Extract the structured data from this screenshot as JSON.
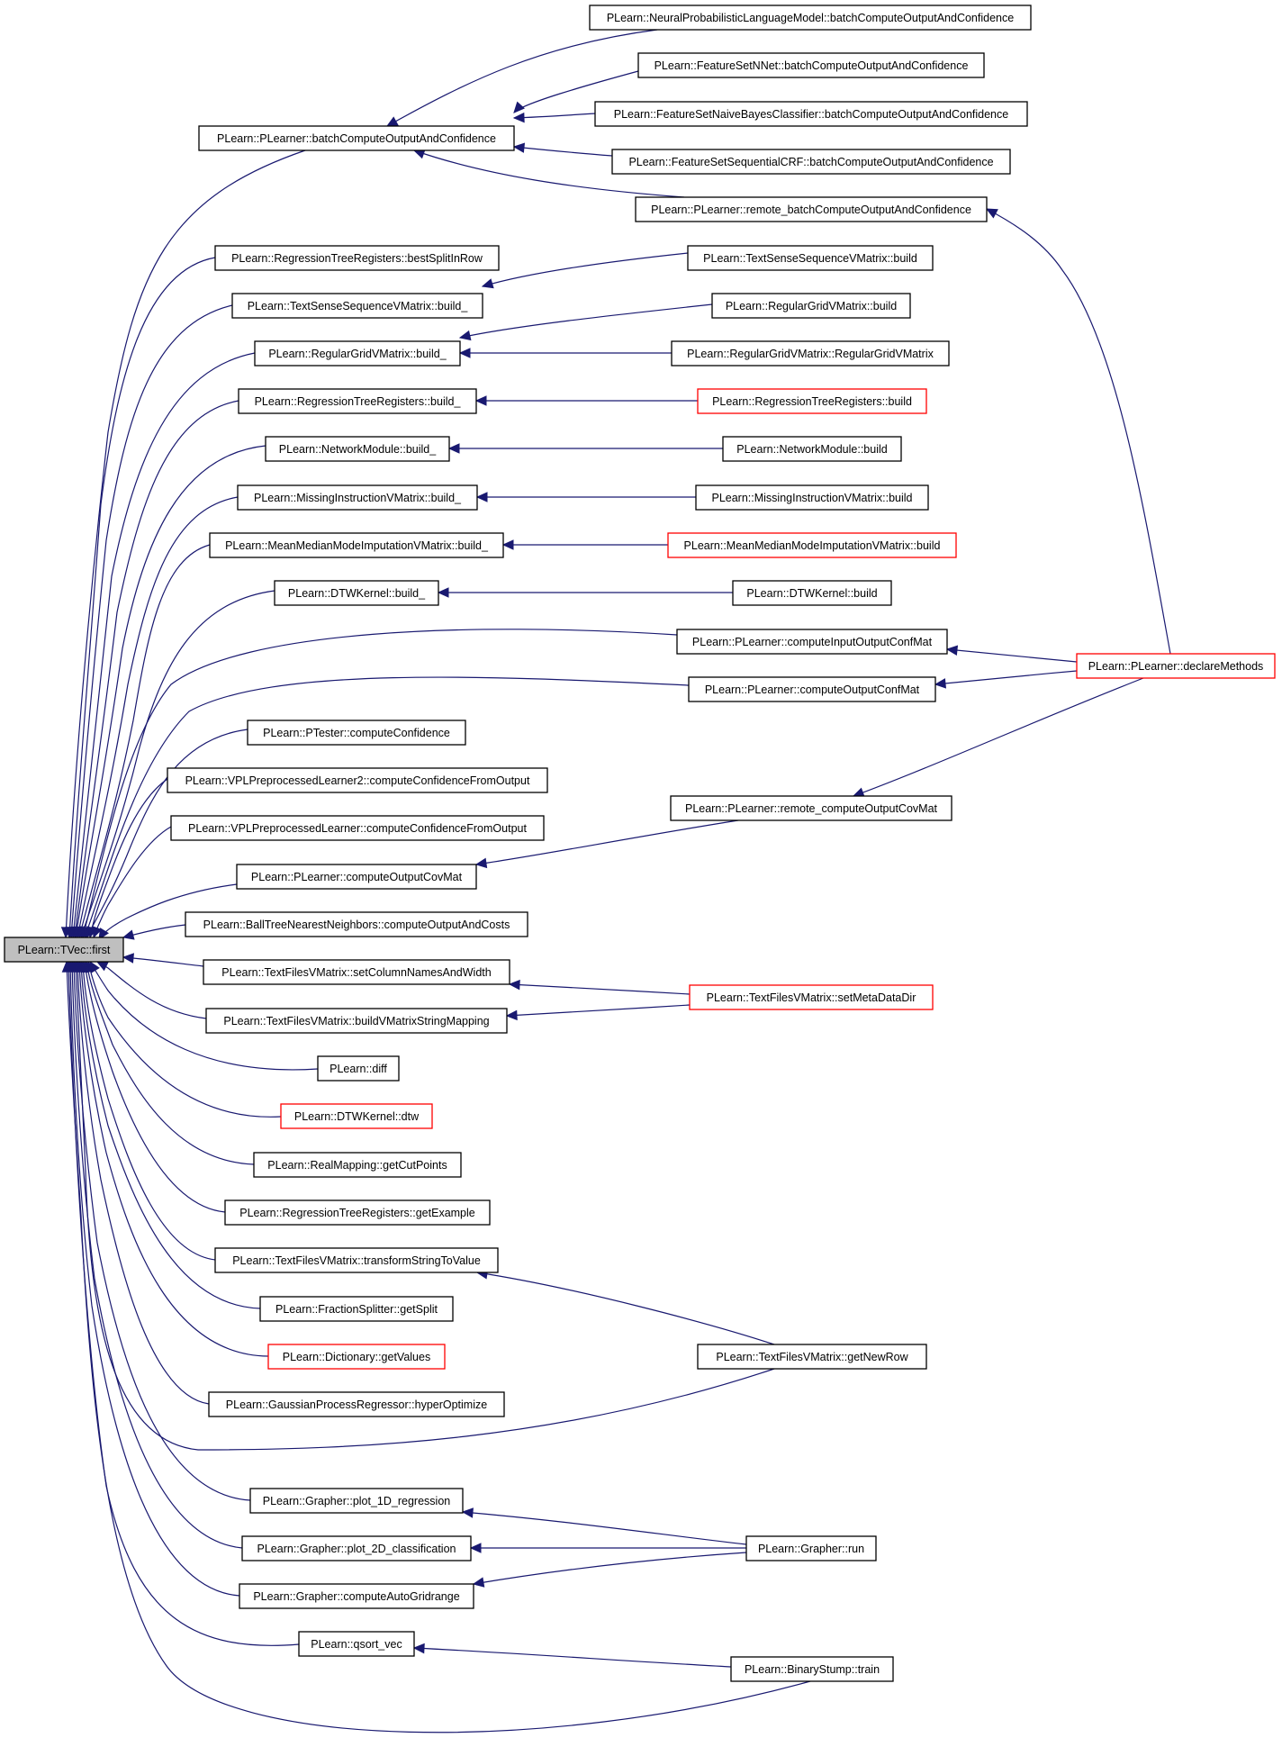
{
  "diagram": {
    "type": "call-graph",
    "colors": {
      "edge": "#191970",
      "box": "#000000",
      "truncated_box": "#ff0000",
      "root_fill": "#bfbfbf"
    },
    "nodes": [
      {
        "id": "first",
        "label": "PLearn::TVec::first",
        "root": true
      },
      {
        "id": "bcoac",
        "label": "PLearn::PLearner::batchComputeOutputAndConfidence"
      },
      {
        "id": "nplm",
        "label": "PLearn::NeuralProbabilisticLanguageModel::batchComputeOutputAndConfidence"
      },
      {
        "id": "fsnn",
        "label": "PLearn::FeatureSetNNet::batchComputeOutputAndConfidence"
      },
      {
        "id": "fsnb",
        "label": "PLearn::FeatureSetNaiveBayesClassifier::batchComputeOutputAndConfidence"
      },
      {
        "id": "fscrf",
        "label": "PLearn::FeatureSetSequentialCRF::batchComputeOutputAndConfidence"
      },
      {
        "id": "rbcoac",
        "label": "PLearn::PLearner::remote_batchComputeOutputAndConfidence"
      },
      {
        "id": "declare",
        "label": "PLearn::PLearner::declareMethods",
        "red": true
      },
      {
        "id": "bsir",
        "label": "PLearn::RegressionTreeRegisters::bestSplitInRow"
      },
      {
        "id": "tssb_",
        "label": "PLearn::TextSenseSequenceVMatrix::build_"
      },
      {
        "id": "tssb",
        "label": "PLearn::TextSenseSequenceVMatrix::build"
      },
      {
        "id": "rgb_",
        "label": "PLearn::RegularGridVMatrix::build_"
      },
      {
        "id": "rgb",
        "label": "PLearn::RegularGridVMatrix::build"
      },
      {
        "id": "rgctor",
        "label": "PLearn::RegularGridVMatrix::RegularGridVMatrix"
      },
      {
        "id": "rtrb_",
        "label": "PLearn::RegressionTreeRegisters::build_"
      },
      {
        "id": "rtrb",
        "label": "PLearn::RegressionTreeRegisters::build",
        "red": true
      },
      {
        "id": "nmb_",
        "label": "PLearn::NetworkModule::build_"
      },
      {
        "id": "nmb",
        "label": "PLearn::NetworkModule::build"
      },
      {
        "id": "mivb_",
        "label": "PLearn::MissingInstructionVMatrix::build_"
      },
      {
        "id": "mivb",
        "label": "PLearn::MissingInstructionVMatrix::build"
      },
      {
        "id": "mmmb_",
        "label": "PLearn::MeanMedianModeImputationVMatrix::build_"
      },
      {
        "id": "mmmb",
        "label": "PLearn::MeanMedianModeImputationVMatrix::build",
        "red": true
      },
      {
        "id": "dtwb_",
        "label": "PLearn::DTWKernel::build_"
      },
      {
        "id": "dtwb",
        "label": "PLearn::DTWKernel::build"
      },
      {
        "id": "ciocm",
        "label": "PLearn::PLearner::computeInputOutputConfMat"
      },
      {
        "id": "cocm",
        "label": "PLearn::PLearner::computeOutputConfMat"
      },
      {
        "id": "ptcc",
        "label": "PLearn::PTester::computeConfidence"
      },
      {
        "id": "vpl2",
        "label": "PLearn::VPLPreprocessedLearner2::computeConfidenceFromOutput"
      },
      {
        "id": "vpl",
        "label": "PLearn::VPLPreprocessedLearner::computeConfidenceFromOutput"
      },
      {
        "id": "rcocm",
        "label": "PLearn::PLearner::remote_computeOutputCovMat"
      },
      {
        "id": "cocvm",
        "label": "PLearn::PLearner::computeOutputCovMat"
      },
      {
        "id": "btnn",
        "label": "PLearn::BallTreeNearestNeighbors::computeOutputAndCosts"
      },
      {
        "id": "tfscn",
        "label": "PLearn::TextFilesVMatrix::setColumnNamesAndWidth"
      },
      {
        "id": "tfsmd",
        "label": "PLearn::TextFilesVMatrix::setMetaDataDir",
        "red": true
      },
      {
        "id": "tfbvm",
        "label": "PLearn::TextFilesVMatrix::buildVMatrixStringMapping"
      },
      {
        "id": "diff",
        "label": "PLearn::diff"
      },
      {
        "id": "dtw",
        "label": "PLearn::DTWKernel::dtw",
        "red": true
      },
      {
        "id": "rmgcp",
        "label": "PLearn::RealMapping::getCutPoints"
      },
      {
        "id": "rtrge",
        "label": "PLearn::RegressionTreeRegisters::getExample"
      },
      {
        "id": "tfts",
        "label": "PLearn::TextFilesVMatrix::transformStringToValue"
      },
      {
        "id": "fsgs",
        "label": "PLearn::FractionSplitter::getSplit"
      },
      {
        "id": "dgv",
        "label": "PLearn::Dictionary::getValues",
        "red": true
      },
      {
        "id": "gprho",
        "label": "PLearn::GaussianProcessRegressor::hyperOptimize"
      },
      {
        "id": "tfgnr",
        "label": "PLearn::TextFilesVMatrix::getNewRow"
      },
      {
        "id": "gp1d",
        "label": "PLearn::Grapher::plot_1D_regression"
      },
      {
        "id": "gp2d",
        "label": "PLearn::Grapher::plot_2D_classification"
      },
      {
        "id": "grun",
        "label": "PLearn::Grapher::run"
      },
      {
        "id": "gcag",
        "label": "PLearn::Grapher::computeAutoGridrange"
      },
      {
        "id": "qsv",
        "label": "PLearn::qsort_vec"
      },
      {
        "id": "bst",
        "label": "PLearn::BinaryStump::train"
      }
    ],
    "edges": [
      [
        "bcoac",
        "first"
      ],
      [
        "bsir",
        "first"
      ],
      [
        "tssb_",
        "first"
      ],
      [
        "rgb_",
        "first"
      ],
      [
        "rtrb_",
        "first"
      ],
      [
        "nmb_",
        "first"
      ],
      [
        "mivb_",
        "first"
      ],
      [
        "mmmb_",
        "first"
      ],
      [
        "dtwb_",
        "first"
      ],
      [
        "ciocm",
        "first"
      ],
      [
        "cocm",
        "first"
      ],
      [
        "ptcc",
        "first"
      ],
      [
        "vpl2",
        "first"
      ],
      [
        "vpl",
        "first"
      ],
      [
        "cocvm",
        "first"
      ],
      [
        "btnn",
        "first"
      ],
      [
        "tfscn",
        "first"
      ],
      [
        "tfbvm",
        "first"
      ],
      [
        "diff",
        "first"
      ],
      [
        "dtw",
        "first"
      ],
      [
        "rmgcp",
        "first"
      ],
      [
        "rtrge",
        "first"
      ],
      [
        "tfts",
        "first"
      ],
      [
        "fsgs",
        "first"
      ],
      [
        "dgv",
        "first"
      ],
      [
        "gprho",
        "first"
      ],
      [
        "tfgnr",
        "first"
      ],
      [
        "gp1d",
        "first"
      ],
      [
        "gp2d",
        "first"
      ],
      [
        "gcag",
        "first"
      ],
      [
        "qsv",
        "first"
      ],
      [
        "bst",
        "first"
      ],
      [
        "nplm",
        "bcoac"
      ],
      [
        "fsnn",
        "bcoac"
      ],
      [
        "fsnb",
        "bcoac"
      ],
      [
        "fscrf",
        "bcoac"
      ],
      [
        "rbcoac",
        "bcoac"
      ],
      [
        "declare",
        "rbcoac"
      ],
      [
        "declare",
        "ciocm"
      ],
      [
        "declare",
        "cocm"
      ],
      [
        "declare",
        "rcocm"
      ],
      [
        "tssb",
        "tssb_"
      ],
      [
        "rgb",
        "rgb_"
      ],
      [
        "rgctor",
        "rgb_"
      ],
      [
        "rtrb",
        "rtrb_"
      ],
      [
        "nmb",
        "nmb_"
      ],
      [
        "mivb",
        "mivb_"
      ],
      [
        "mmmb",
        "mmmb_"
      ],
      [
        "dtwb",
        "dtwb_"
      ],
      [
        "rcocm",
        "cocvm"
      ],
      [
        "tfsmd",
        "tfscn"
      ],
      [
        "tfsmd",
        "tfbvm"
      ],
      [
        "tfgnr",
        "tfts"
      ],
      [
        "grun",
        "gp1d"
      ],
      [
        "grun",
        "gp2d"
      ],
      [
        "grun",
        "gcag"
      ],
      [
        "bst",
        "qsv"
      ]
    ]
  }
}
